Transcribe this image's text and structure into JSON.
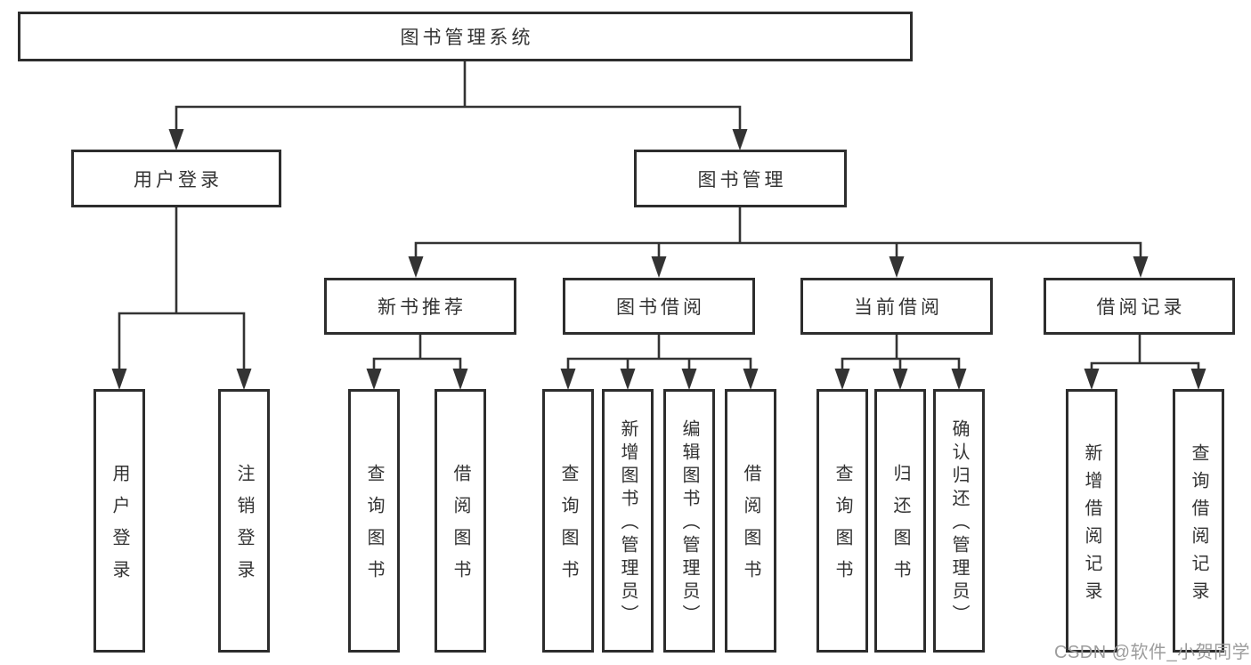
{
  "tree": {
    "label": "图书管理系统",
    "children": [
      {
        "label": "用户登录",
        "children": [
          {
            "label": "用户登录"
          },
          {
            "label": "注销登录"
          }
        ]
      },
      {
        "label": "图书管理",
        "children": [
          {
            "label": "新书推荐",
            "children": [
              {
                "label": "查询图书"
              },
              {
                "label": "借阅图书"
              }
            ]
          },
          {
            "label": "图书借阅",
            "children": [
              {
                "label": "查询图书"
              },
              {
                "label": "新增图书（管理员）"
              },
              {
                "label": "编辑图书（管理员）"
              },
              {
                "label": "借阅图书"
              }
            ]
          },
          {
            "label": "当前借阅",
            "children": [
              {
                "label": "查询图书"
              },
              {
                "label": "归还图书"
              },
              {
                "label": "确认归还（管理员）"
              }
            ]
          },
          {
            "label": "借阅记录",
            "children": [
              {
                "label": "新增借阅记录"
              },
              {
                "label": "查询借阅记录"
              }
            ]
          }
        ]
      }
    ]
  },
  "watermark": "CSDN @软件_小贺同学",
  "colors": {
    "line": "#333333",
    "box_border": "#2d2d2d",
    "text": "#333333",
    "watermark": "#9d9d9d",
    "background": "#ffffff"
  }
}
